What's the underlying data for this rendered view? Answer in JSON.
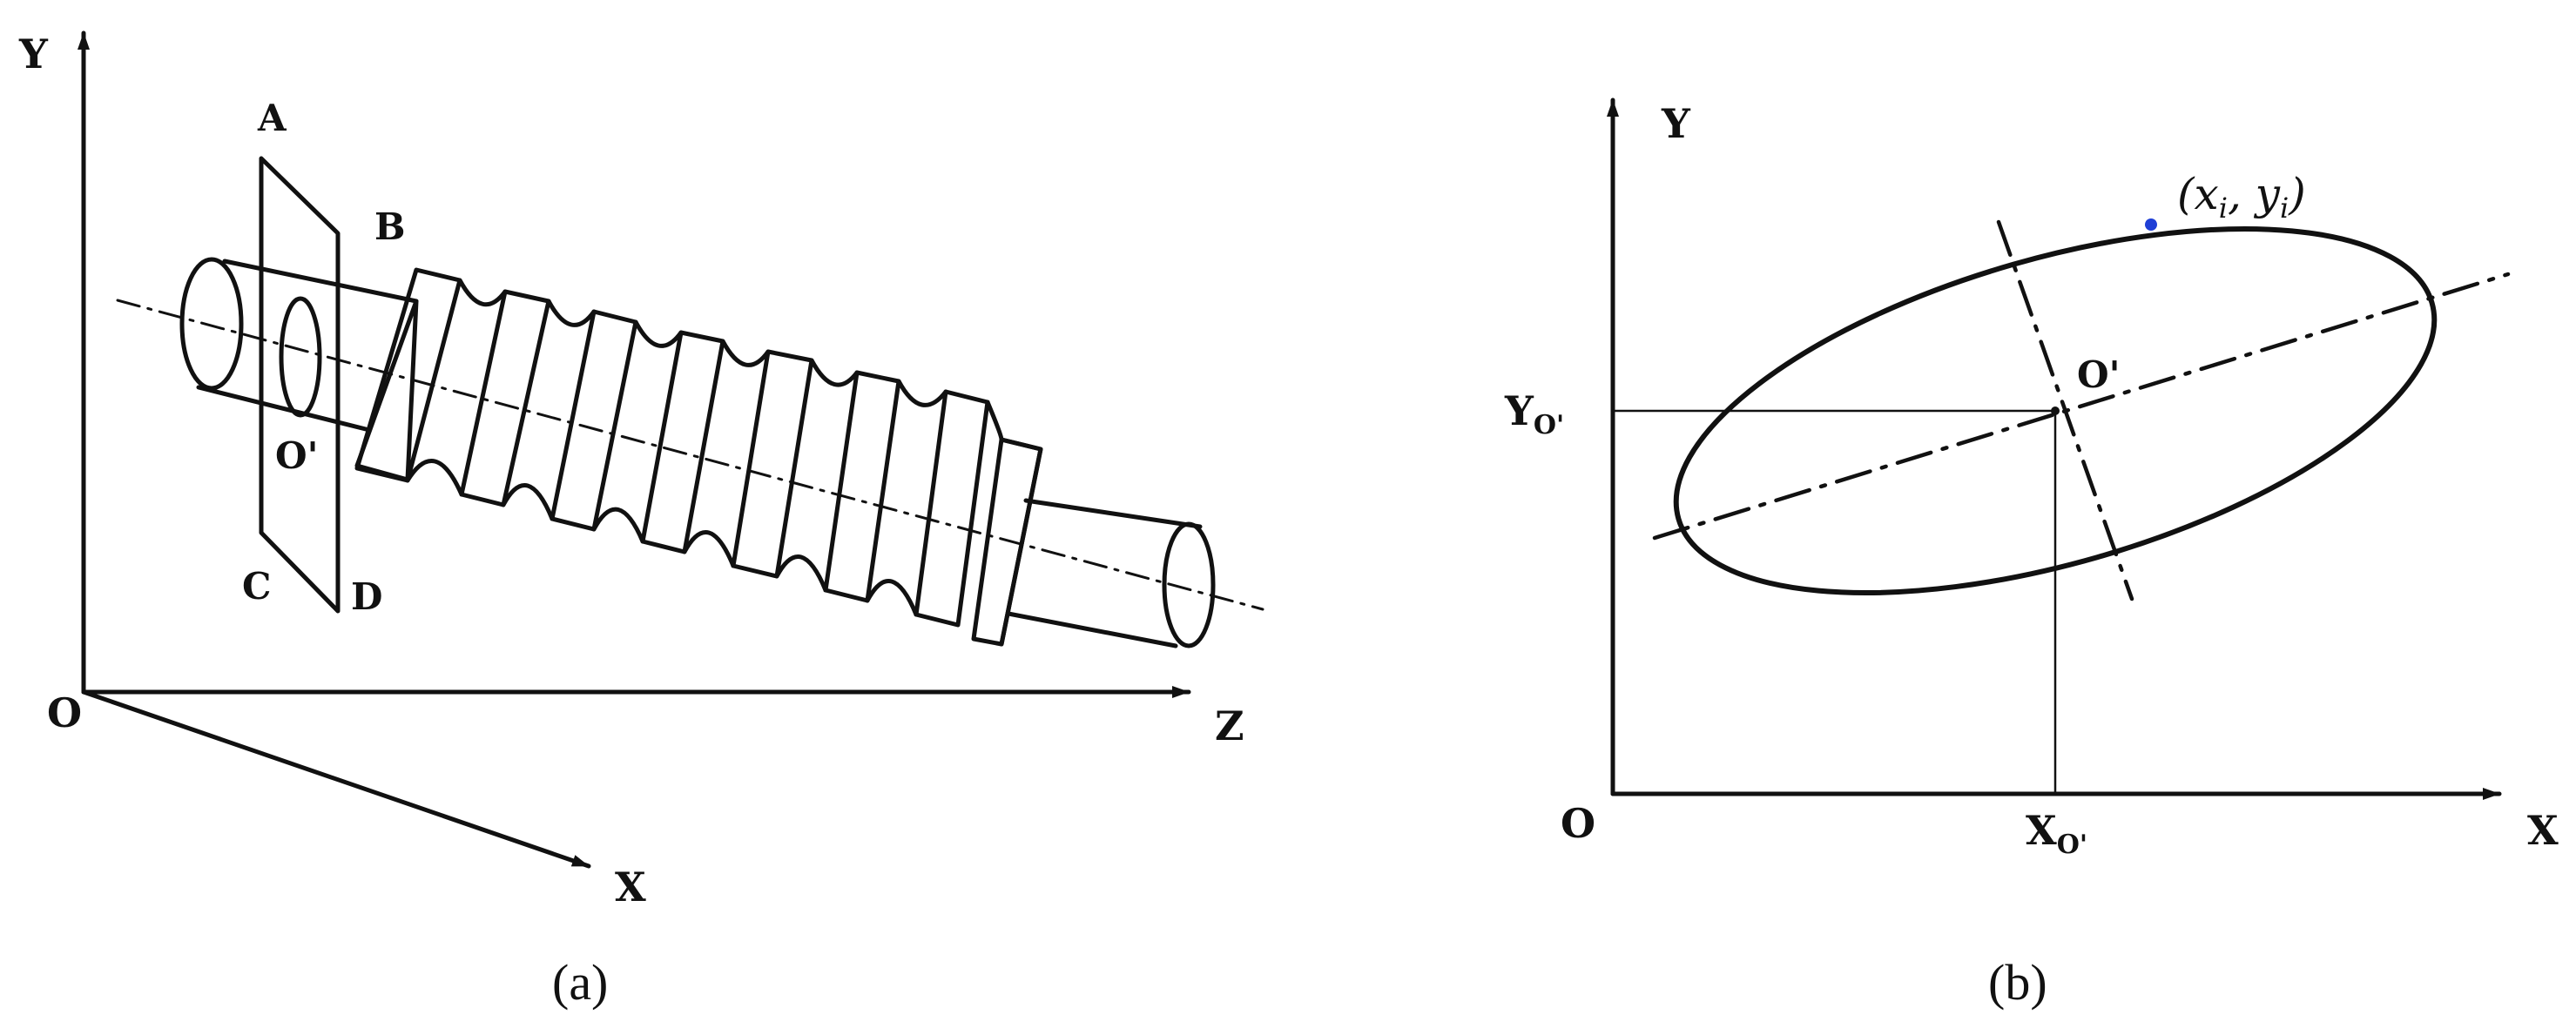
{
  "panel_a": {
    "axis_y": "Y",
    "axis_z": "Z",
    "axis_x": "X",
    "origin": "O",
    "corner_a": "A",
    "corner_b": "B",
    "corner_c": "C",
    "corner_d": "D",
    "center": "O'",
    "caption": "(a)"
  },
  "panel_b": {
    "axis_y": "Y",
    "axis_x": "X",
    "origin": "O",
    "center": "O'",
    "y_coord": "Y",
    "y_coord_sub": "O'",
    "x_coord": "X",
    "x_coord_sub": "O'",
    "point_open": "(",
    "point_x": "x",
    "point_x_sub": "i",
    "point_sep": ", ",
    "point_y": "y",
    "point_y_sub": "i",
    "point_close": ")",
    "point_color": "#1f3fd6",
    "caption": "(b)"
  }
}
